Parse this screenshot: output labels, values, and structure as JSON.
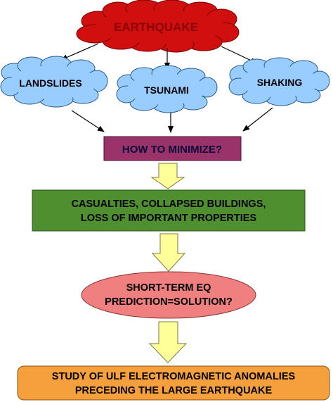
{
  "nodes": {
    "earthquake": "EARTHQUAKE",
    "landslides": "LANDSLIDES",
    "tsunami": "TSUNAMI",
    "shaking": "SHAKING",
    "how_to_minimize": "HOW TO MINIMIZE?",
    "casualties_line1": "CASUALTIES, COLLAPSED BUILDINGS,",
    "casualties_line2": "LOSS OF IMPORTANT PROPERTIES",
    "prediction_line1": "SHORT-TERM EQ",
    "prediction_line2": "PREDICTION=SOLUTION?",
    "study_line1": "STUDY OF ULF ELECTROMAGNETIC ANOMALIES",
    "study_line2": "PRECEDING THE LARGE EARTHQUAKE"
  },
  "colors": {
    "earthquake_cloud": "#d20f0f",
    "earthquake_text": "#8a0000",
    "blue_cloud": "#99ccff",
    "minimize_box": "#99336a",
    "casualties_box": "#4f8f2f",
    "prediction_ellipse": "#f08080",
    "study_box": "#f5a03c",
    "block_arrow": "#ffff99"
  }
}
